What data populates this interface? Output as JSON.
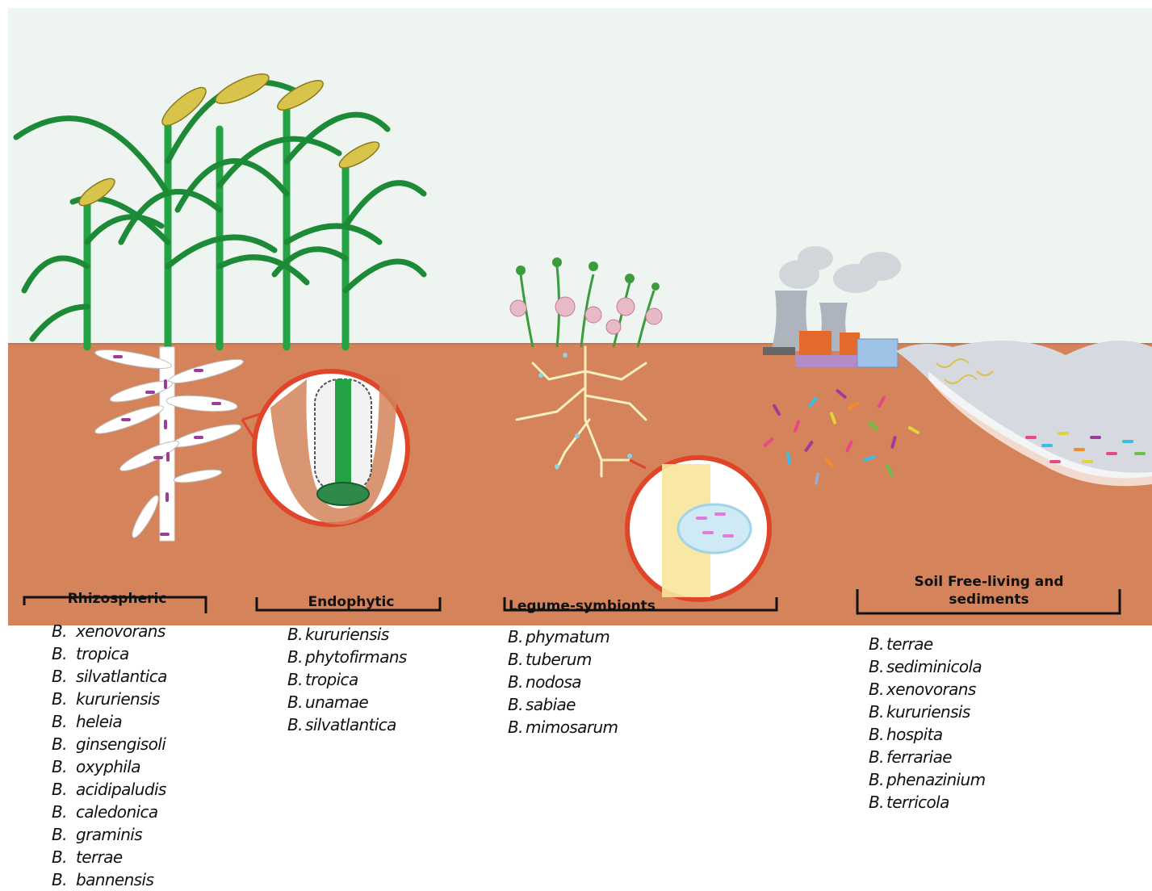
{
  "colors": {
    "sky": "#eef4ef",
    "soil": "#d4835a",
    "soil_edge": "#c8754c",
    "highlight_ring": "#e0452a",
    "leaf_green": "#23a343",
    "grain_yellow": "#d8c44a",
    "bacteria_purple": "#9b3d9a"
  },
  "icons": {
    "grass": "cereal-plant-icon",
    "legume": "flowering-legume-icon",
    "factory": "power-plant-icon",
    "sediment": "water-sediment-icon"
  },
  "categories": [
    {
      "label": "Rhizospheric",
      "species": [
        {
          "genus": "B.",
          "name": "xenovorans"
        },
        {
          "genus": "B.",
          "name": "tropica"
        },
        {
          "genus": "B.",
          "name": "silvatlantica"
        },
        {
          "genus": "B.",
          "name": "kururiensis"
        },
        {
          "genus": "B.",
          "name": "heleia"
        },
        {
          "genus": "B.",
          "name": "ginsengisoli"
        },
        {
          "genus": "B.",
          "name": "oxyphila"
        },
        {
          "genus": "B.",
          "name": "acidipaludis"
        },
        {
          "genus": "B.",
          "name": "caledonica"
        },
        {
          "genus": "B.",
          "name": "graminis"
        },
        {
          "genus": "B.",
          "name": "terrae"
        },
        {
          "genus": "B.",
          "name": "bannensis"
        }
      ]
    },
    {
      "label": "Endophytic",
      "species": [
        {
          "genus": "B.",
          "name": "kururiensis"
        },
        {
          "genus": "B.",
          "name": "phytofirmans"
        },
        {
          "genus": "B.",
          "name": "tropica"
        },
        {
          "genus": "B.",
          "name": "unamae"
        },
        {
          "genus": "B.",
          "name": "silvatlantica"
        }
      ]
    },
    {
      "label": "Legume-symbionts",
      "species": [
        {
          "genus": "B.",
          "name": "phymatum"
        },
        {
          "genus": "B.",
          "name": "tuberum"
        },
        {
          "genus": "B.",
          "name": "nodosa"
        },
        {
          "genus": "B.",
          "name": "sabiae"
        },
        {
          "genus": "B.",
          "name": "mimosarum"
        }
      ]
    },
    {
      "label": "Soil Free-living and sediments",
      "species": [
        {
          "genus": "B.",
          "name": "terrae"
        },
        {
          "genus": "B.",
          "name": "sediminicola"
        },
        {
          "genus": "B.",
          "name": "xenovorans"
        },
        {
          "genus": "B.",
          "name": "kururiensis"
        },
        {
          "genus": "B.",
          "name": "hospita"
        },
        {
          "genus": "B.",
          "name": "ferrariae"
        },
        {
          "genus": "B.",
          "name": "phenazinium"
        },
        {
          "genus": "B.",
          "name": "terricola"
        }
      ]
    }
  ]
}
